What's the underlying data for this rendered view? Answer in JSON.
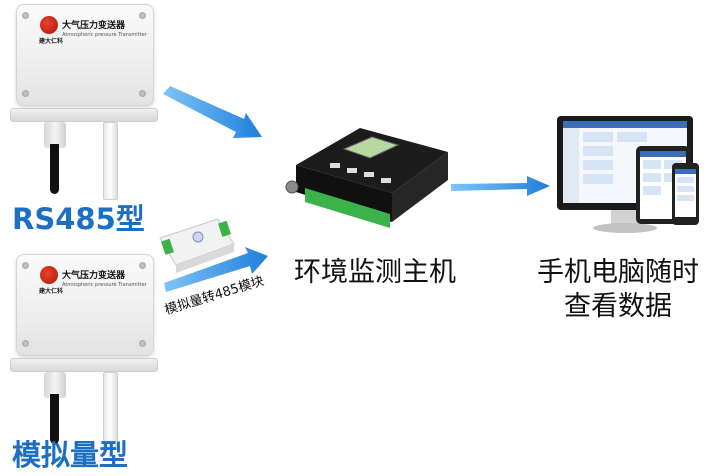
{
  "sensor": {
    "title_zh": "大气压力变送器",
    "subtitle_en": "Atmospheric pressure Transmitter",
    "brand": "建大仁科"
  },
  "labels": {
    "rs485": "RS485型",
    "analog": "模拟量型",
    "converter": "模拟量转485模块",
    "host": "环境监测主机",
    "remote_line1": "手机电脑随时",
    "remote_line2": "查看数据"
  },
  "colors": {
    "accent_blue": "#1d6fc4",
    "arrow_blue": "#2a8be0"
  }
}
